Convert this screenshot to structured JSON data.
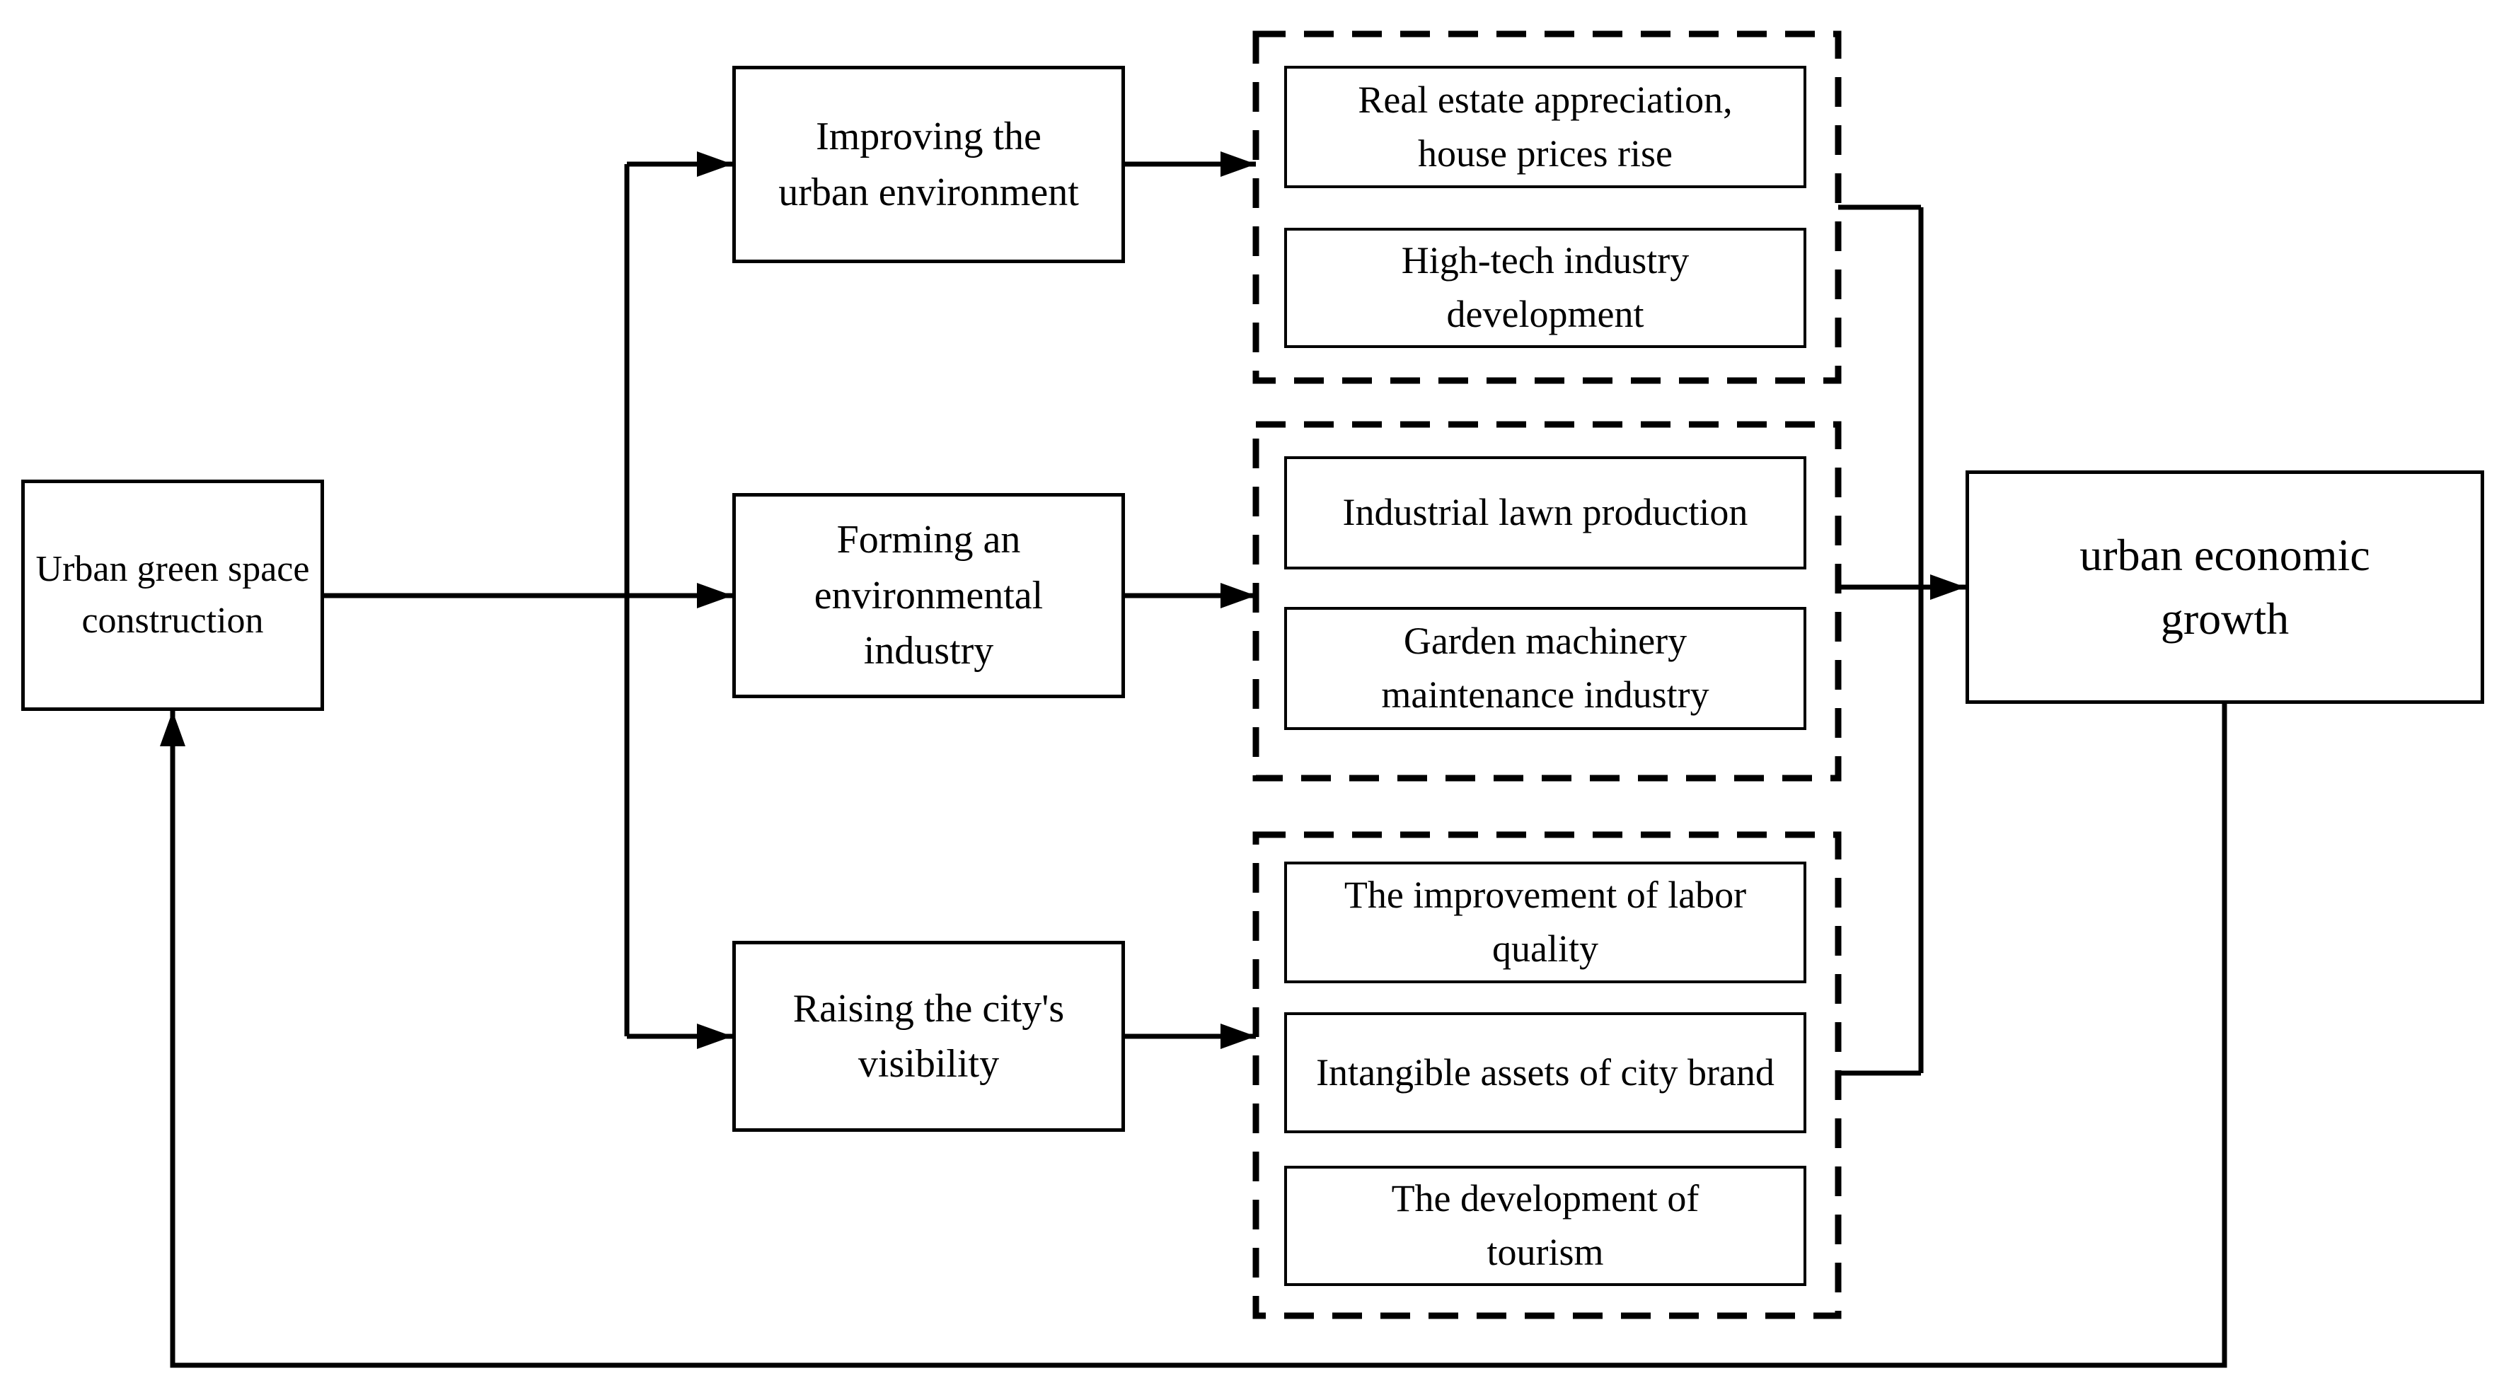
{
  "diagram": {
    "title_hint": "Urban green space construction and urban economic growth flowchart",
    "colors": {
      "line": "#000000",
      "background": "#ffffff",
      "box_background": "#ffffff"
    },
    "nodes": {
      "source": "Urban green space construction",
      "mediator_1": "Improving the urban environment",
      "mediator_2": "Forming an environmental industry",
      "mediator_3": "Raising the city's visibility",
      "sink": "urban economic growth"
    },
    "groups": [
      {
        "items": [
          "Real estate appreciation, house prices rise",
          "High-tech industry development"
        ]
      },
      {
        "items": [
          "Industrial lawn production",
          "Garden machinery maintenance industry"
        ]
      },
      {
        "items": [
          "The improvement of labor quality",
          "Intangible assets of city brand",
          "The development of tourism"
        ]
      }
    ]
  }
}
